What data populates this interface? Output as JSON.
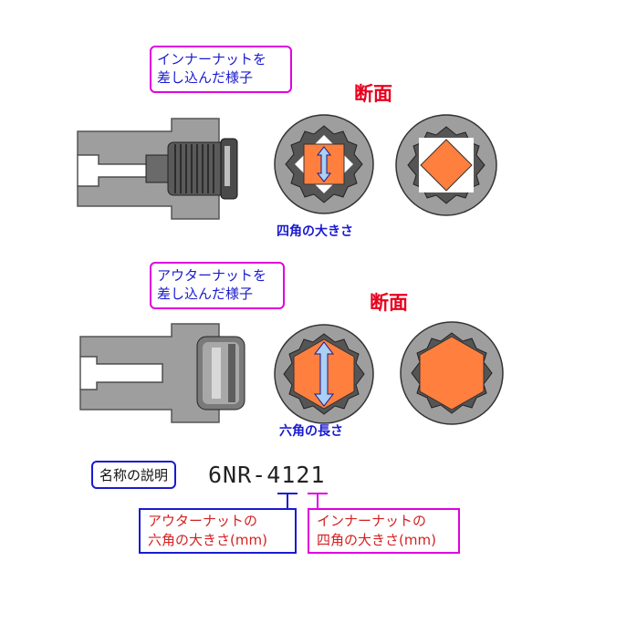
{
  "section1": {
    "callout_line1": "インナーナットを",
    "callout_line2": "差し込んだ様子",
    "title": "断面",
    "label": "四角の大きさ"
  },
  "section2": {
    "callout_line1": "アウターナットを",
    "callout_line2": "差し込んだ様子",
    "title": "断面",
    "label": "六角の長さ"
  },
  "legend": {
    "title": "名称の説明",
    "code_prefix": "6NR-",
    "code_outer": "41",
    "code_inner": "21"
  },
  "outer_desc": {
    "line1": "アウターナットの",
    "line2": "六角の大きさ(mm)"
  },
  "inner_desc": {
    "line1": "インナーナットの",
    "line2": "四角の大きさ(mm)"
  },
  "colors": {
    "accent_orange": "#ff7f3f",
    "socket_gray": "#9e9e9e",
    "socket_dark": "#555555",
    "callout_border": "#e000e0",
    "text_blue": "#1a1ad0",
    "title_red": "#e8001c",
    "arrow_blue": "#a9d0f5"
  }
}
